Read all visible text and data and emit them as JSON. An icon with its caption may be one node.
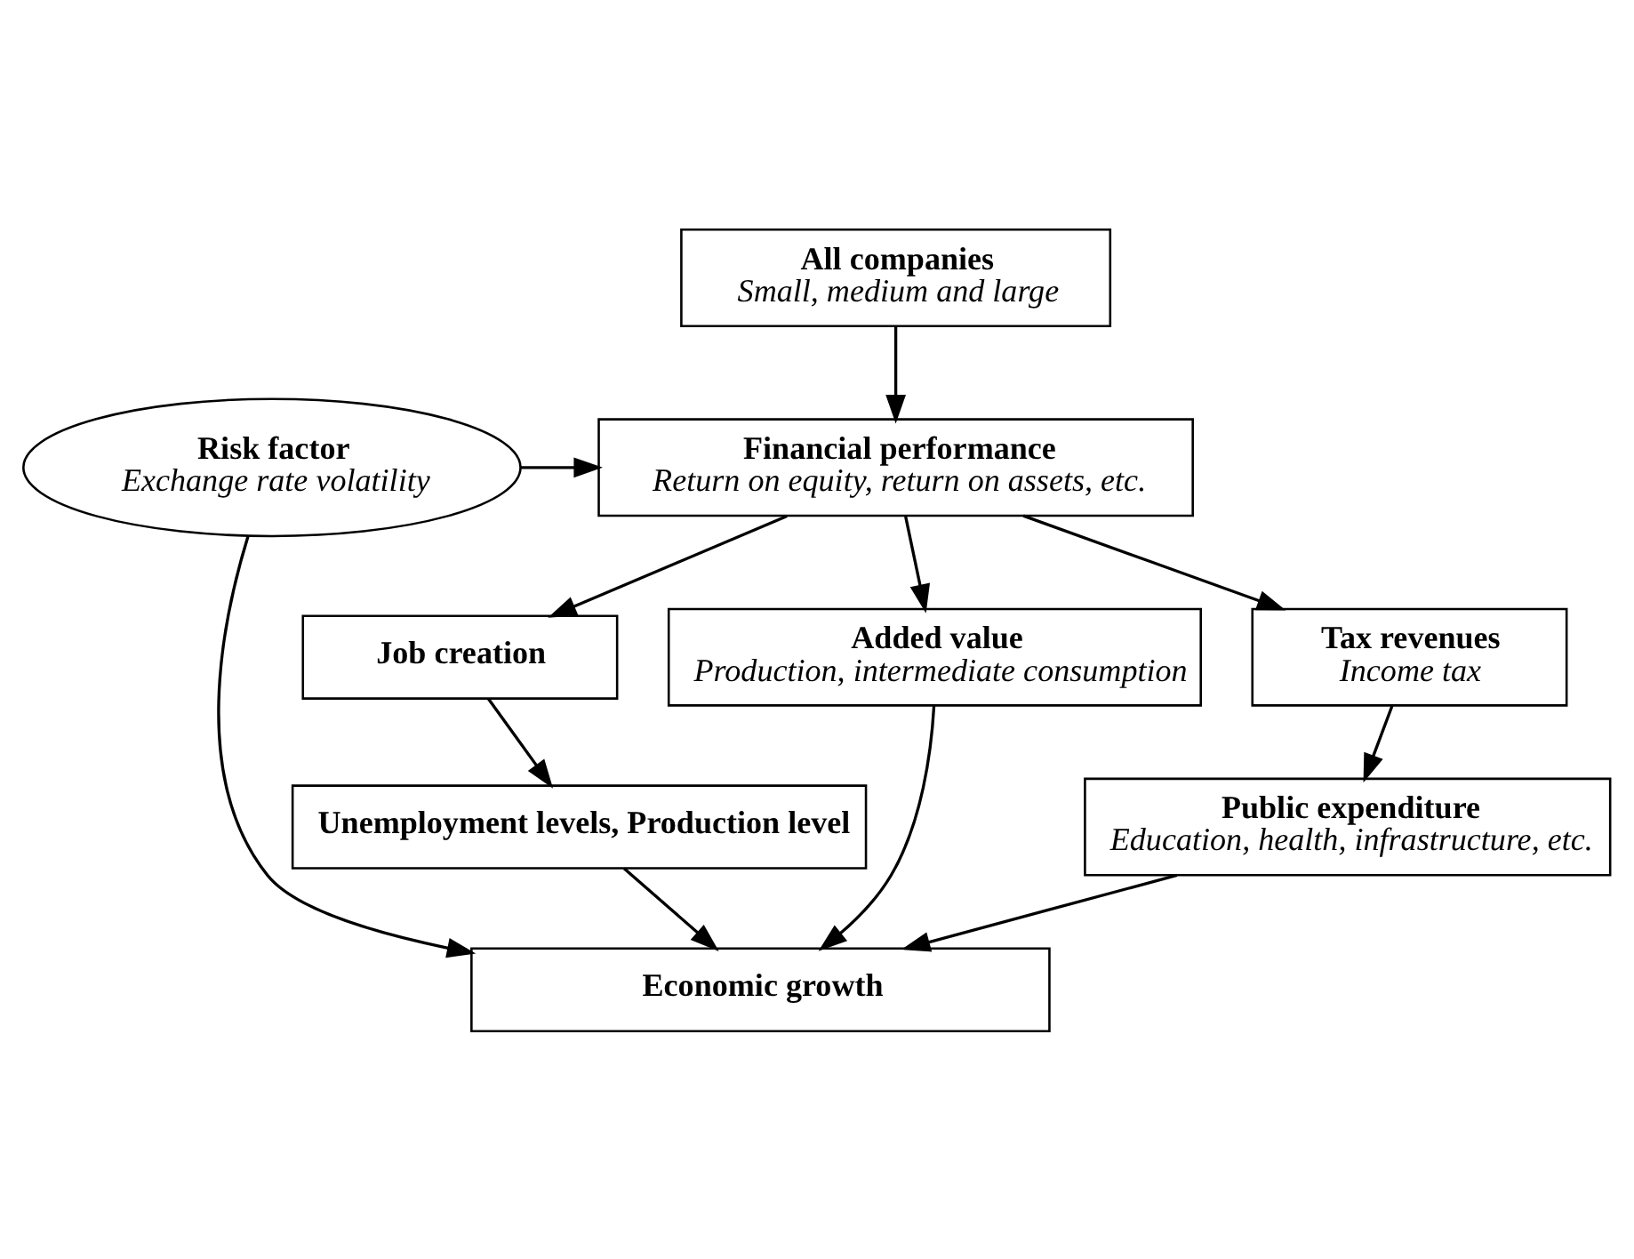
{
  "diagram": {
    "nodes": [
      {
        "text": [
          "All companies",
          "Small, medium and large"
        ]
      },
      {
        "text": [
          "Risk factor",
          "Exchange rate volatility"
        ]
      },
      {
        "text": [
          "Financial performance",
          "Return on equity, return on assets, etc."
        ]
      },
      {
        "text": [
          "Tax revenues",
          "Income tax"
        ]
      },
      {
        "text": [
          "Job creation"
        ]
      },
      {
        "text": [
          "Added value",
          "Production, intermediate consumption"
        ]
      },
      {
        "text": [
          "Public expenditure",
          "Education, health, infrastructure, etc."
        ]
      },
      {
        "text": [
          "Unemployment levels, Production level"
        ]
      },
      {
        "text": [
          "Economic growth"
        ]
      }
    ],
    "edges": [
      {
        "from": 0,
        "to": 2,
        "arrow": "to"
      },
      {
        "from": 1,
        "to": 2,
        "arrow": "to"
      },
      {
        "from": 2,
        "to": 3,
        "arrow": "to"
      },
      {
        "from": 2,
        "to": 4,
        "arrow": "to"
      },
      {
        "from": 2,
        "to": 5,
        "arrow": "to"
      },
      {
        "from": 3,
        "to": 6,
        "arrow": "to"
      },
      {
        "from": 4,
        "to": 7,
        "arrow": "to"
      },
      {
        "from": 6,
        "to": 8,
        "arrow": "to"
      },
      {
        "from": 7,
        "to": 8,
        "arrow": "to"
      },
      {
        "from": 5,
        "to": 8,
        "arrow": "to"
      },
      {
        "from": 1,
        "to": 8,
        "arrow": "to"
      }
    ]
  }
}
